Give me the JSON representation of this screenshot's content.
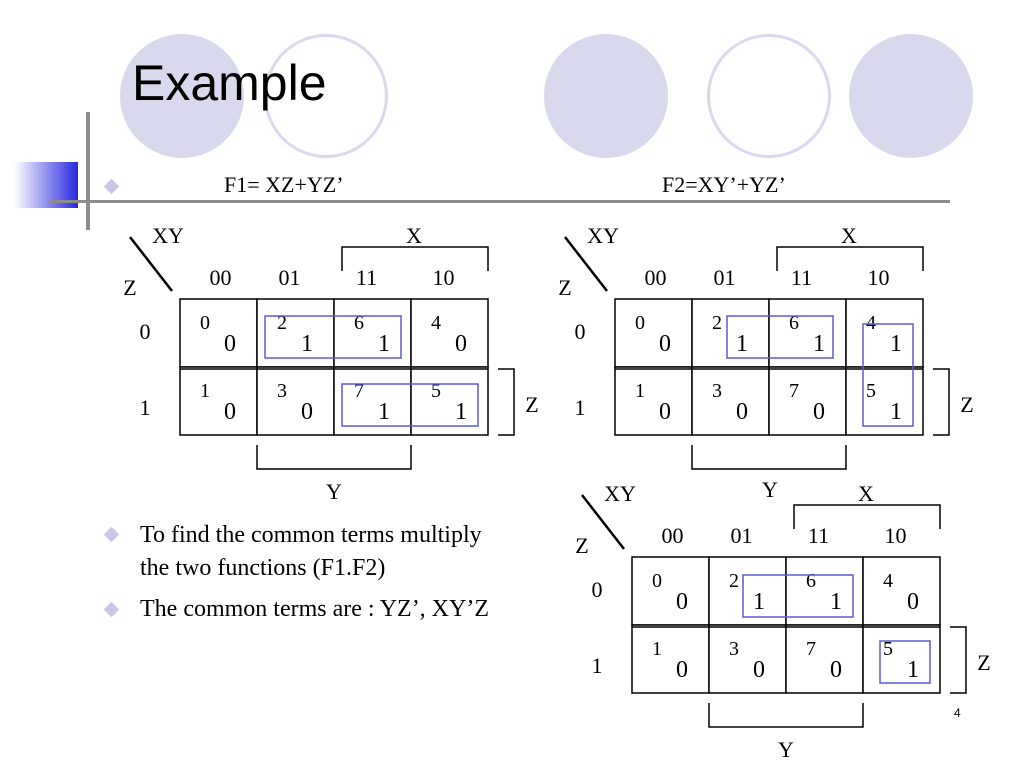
{
  "slide": {
    "title": "Example",
    "f1_label": "F1= XZ+YZ’",
    "f2_label": "F2=XY’+YZ’",
    "bullets": [
      "To find the common terms multiply",
      "the two functions (F1.F2)",
      "The common terms are : YZ’, XY’Z"
    ],
    "page_number": "4"
  },
  "kmap_labels": {
    "xy": "XY",
    "z": "Z",
    "x": "X",
    "y": "Y",
    "cols": [
      "00",
      "01",
      "11",
      "10"
    ],
    "rows": [
      "0",
      "1"
    ]
  },
  "kmaps": [
    {
      "name": "f1-kmap",
      "cells": [
        [
          {
            "index": "0",
            "value": "0"
          },
          {
            "index": "2",
            "value": "1"
          },
          {
            "index": "6",
            "value": "1"
          },
          {
            "index": "4",
            "value": "0"
          }
        ],
        [
          {
            "index": "1",
            "value": "0"
          },
          {
            "index": "3",
            "value": "0"
          },
          {
            "index": "7",
            "value": "1"
          },
          {
            "index": "5",
            "value": "1"
          }
        ]
      ]
    },
    {
      "name": "f2-kmap",
      "cells": [
        [
          {
            "index": "0",
            "value": "0"
          },
          {
            "index": "2",
            "value": "1"
          },
          {
            "index": "6",
            "value": "1"
          },
          {
            "index": "4",
            "value": "1"
          }
        ],
        [
          {
            "index": "1",
            "value": "0"
          },
          {
            "index": "3",
            "value": "0"
          },
          {
            "index": "7",
            "value": "0"
          },
          {
            "index": "5",
            "value": "1"
          }
        ]
      ]
    },
    {
      "name": "product-kmap",
      "cells": [
        [
          {
            "index": "0",
            "value": "0"
          },
          {
            "index": "2",
            "value": "1"
          },
          {
            "index": "6",
            "value": "1"
          },
          {
            "index": "4",
            "value": "0"
          }
        ],
        [
          {
            "index": "1",
            "value": "0"
          },
          {
            "index": "3",
            "value": "0"
          },
          {
            "index": "7",
            "value": "0"
          },
          {
            "index": "5",
            "value": "1"
          }
        ]
      ]
    }
  ],
  "colors": {
    "decor": "#d9d9ee",
    "group_box": "#5b5bd6",
    "bullet": "#c8c8e6"
  }
}
